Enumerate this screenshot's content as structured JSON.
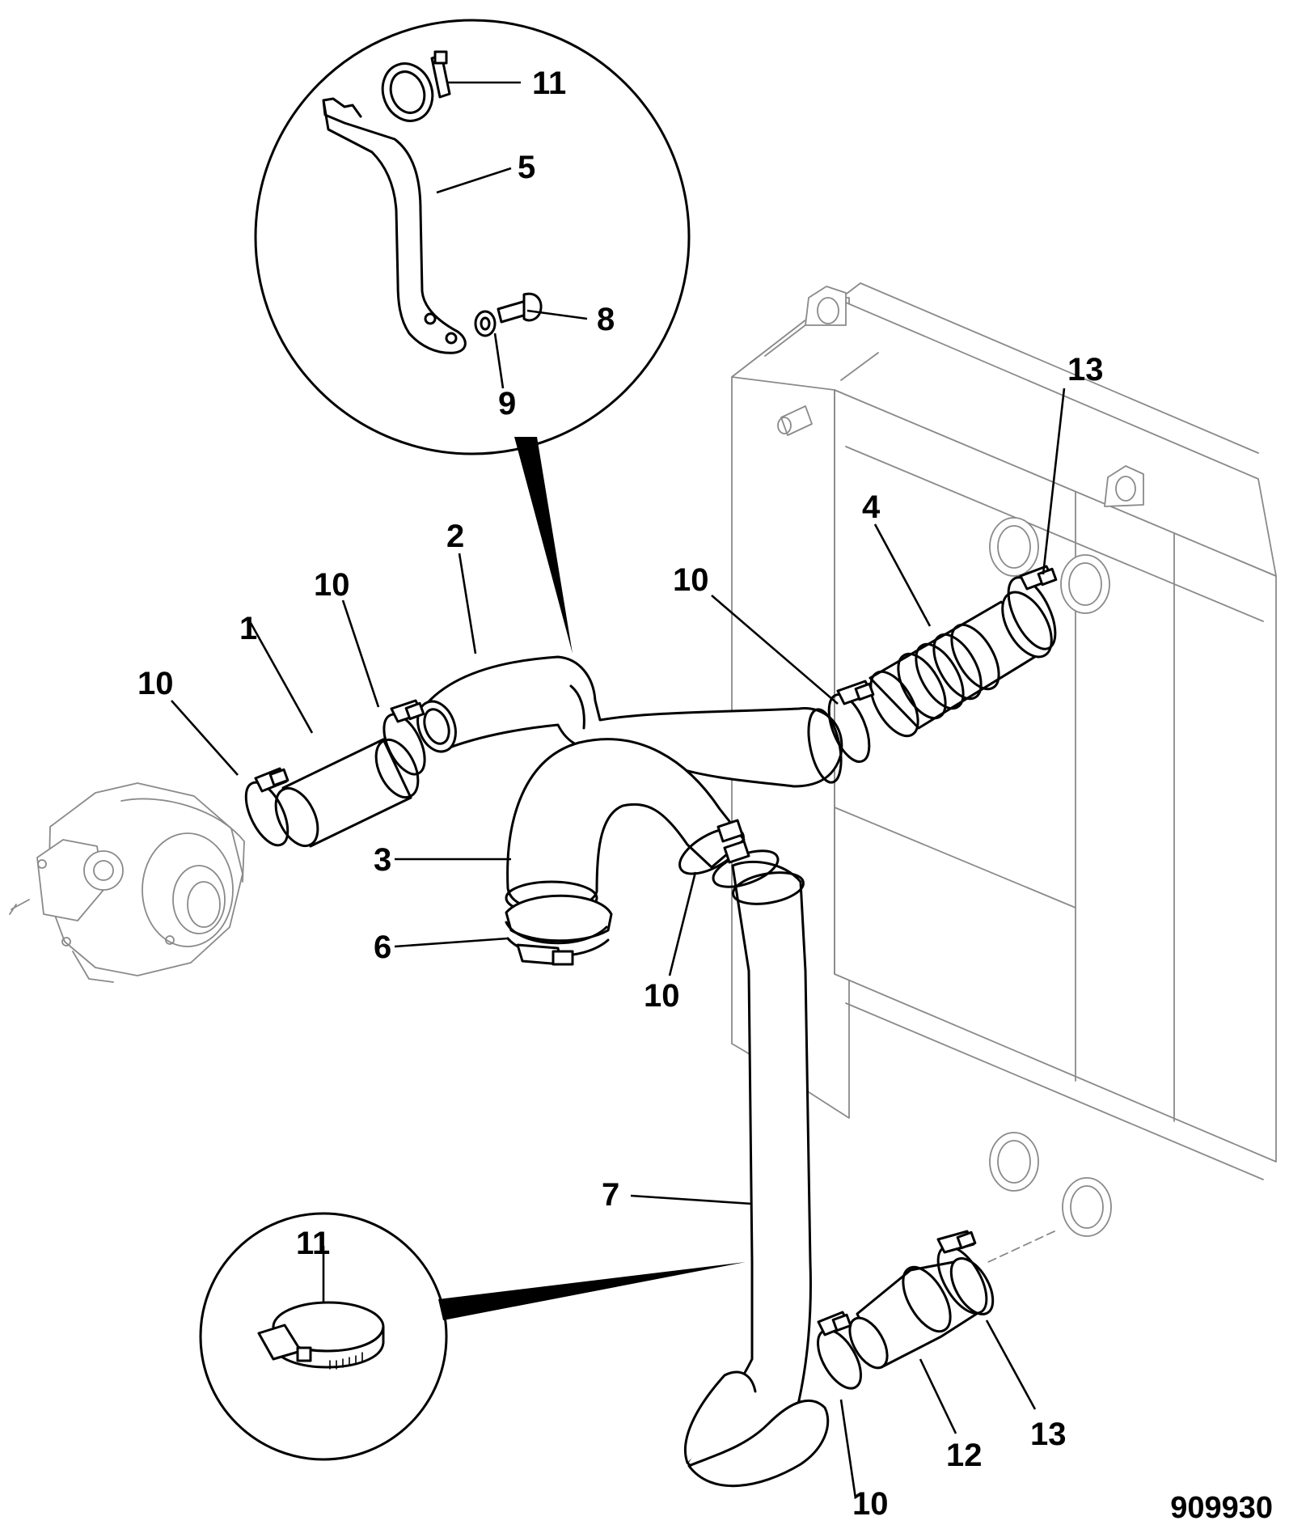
{
  "callouts": {
    "c1": "1",
    "c2": "2",
    "c3": "3",
    "c4": "4",
    "c5": "5",
    "c6": "6",
    "c7": "7",
    "c8": "8",
    "c9": "9",
    "c10": "10",
    "c11": "11",
    "c12": "12",
    "c13": "13"
  },
  "figure_number": "909930"
}
